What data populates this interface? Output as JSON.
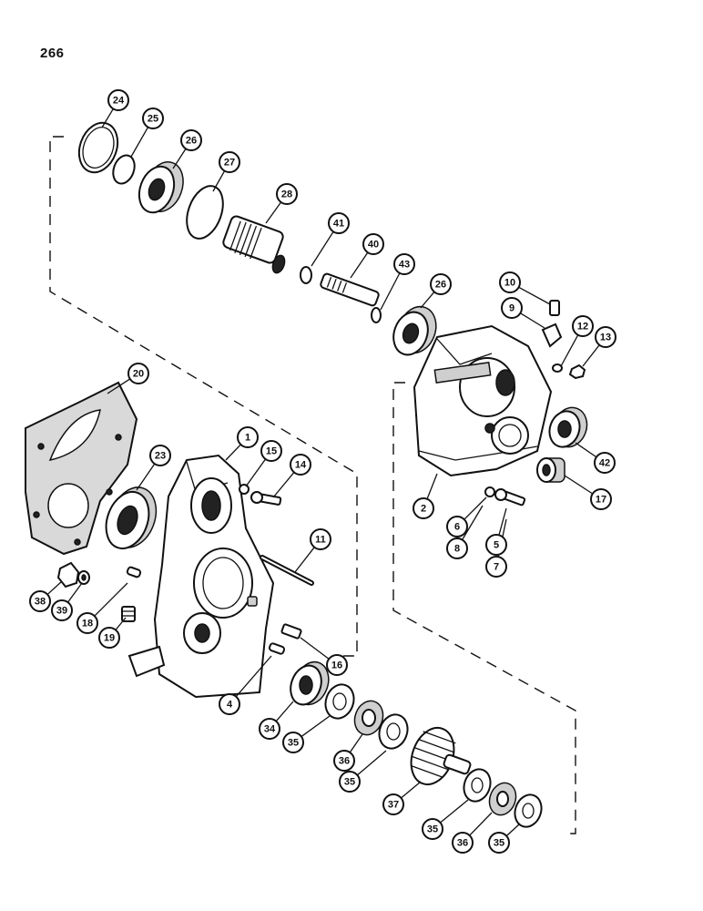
{
  "page": {
    "number": "266"
  },
  "callouts": [
    {
      "label": "24"
    },
    {
      "label": "25"
    },
    {
      "label": "26"
    },
    {
      "label": "27"
    },
    {
      "label": "28"
    },
    {
      "label": "41"
    },
    {
      "label": "40"
    },
    {
      "label": "43"
    },
    {
      "label": "26"
    },
    {
      "label": "10"
    },
    {
      "label": "9"
    },
    {
      "label": "12"
    },
    {
      "label": "13"
    },
    {
      "label": "20"
    },
    {
      "label": "23"
    },
    {
      "label": "1"
    },
    {
      "label": "15"
    },
    {
      "label": "14"
    },
    {
      "label": "2"
    },
    {
      "label": "42"
    },
    {
      "label": "17"
    },
    {
      "label": "6"
    },
    {
      "label": "8"
    },
    {
      "label": "5"
    },
    {
      "label": "7"
    },
    {
      "label": "11"
    },
    {
      "label": "38"
    },
    {
      "label": "39"
    },
    {
      "label": "18"
    },
    {
      "label": "19"
    },
    {
      "label": "16"
    },
    {
      "label": "4"
    },
    {
      "label": "34"
    },
    {
      "label": "35"
    },
    {
      "label": "36"
    },
    {
      "label": "35"
    },
    {
      "label": "37"
    },
    {
      "label": "35"
    },
    {
      "label": "36"
    },
    {
      "label": "35"
    }
  ]
}
